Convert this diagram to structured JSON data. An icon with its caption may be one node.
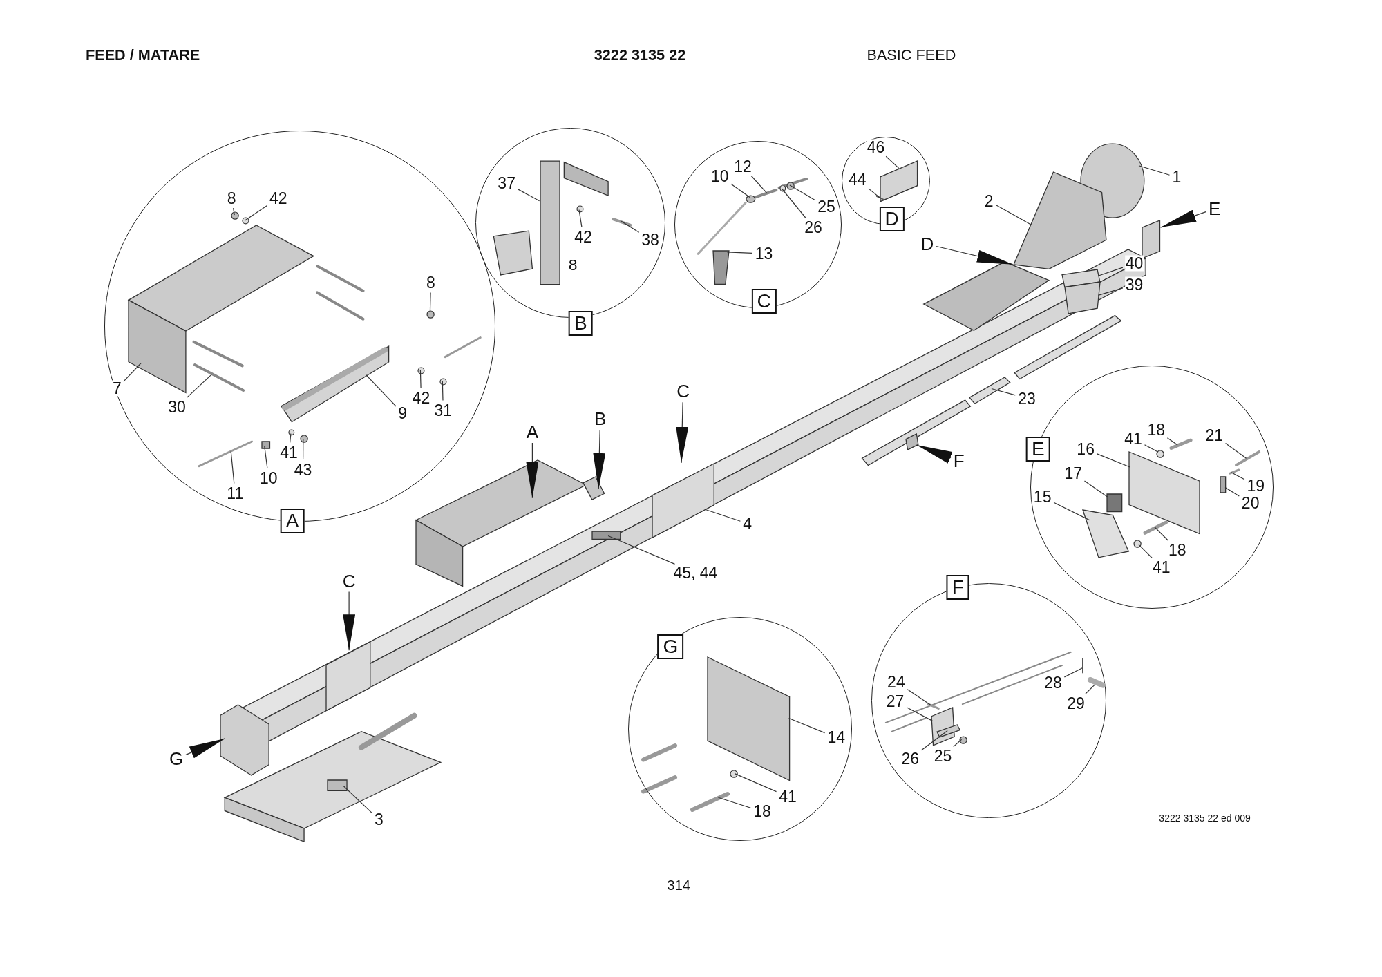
{
  "diagram": {
    "nodes": [
      {
        "text": [
          "A"
        ]
      },
      {
        "text": [
          "8"
        ],
        "in": 0
      },
      {
        "text": [
          "42"
        ],
        "in": 0
      },
      {
        "text": [
          "8"
        ],
        "in": 0
      },
      {
        "text": [
          "7"
        ],
        "in": 0
      },
      {
        "text": [
          "9"
        ],
        "in": 0
      },
      {
        "text": [
          "30"
        ],
        "in": 0
      },
      {
        "text": [
          "42"
        ],
        "in": 0
      },
      {
        "text": [
          "31"
        ],
        "in": 0
      },
      {
        "text": [
          "41"
        ],
        "in": 0
      },
      {
        "text": [
          "43"
        ],
        "in": 0
      },
      {
        "text": [
          "10"
        ],
        "in": 0
      },
      {
        "text": [
          "11"
        ],
        "in": 0
      },
      {
        "text": [
          "B"
        ]
      },
      {
        "text": [
          "37"
        ],
        "in": 13
      },
      {
        "text": [
          "42"
        ],
        "in": 13
      },
      {
        "text": [
          "38"
        ],
        "in": 13
      },
      {
        "text": [
          "C"
        ]
      },
      {
        "text": [
          "12"
        ],
        "in": 17
      },
      {
        "text": [
          "10"
        ],
        "in": 17
      },
      {
        "text": [
          "25"
        ],
        "in": 17
      },
      {
        "text": [
          "26"
        ],
        "in": 17
      },
      {
        "text": [
          "13"
        ],
        "in": 17
      },
      {
        "text": [
          "D"
        ]
      },
      {
        "text": [
          "46"
        ],
        "in": 23
      },
      {
        "text": [
          "44"
        ],
        "in": 23
      },
      {
        "text": [
          "1"
        ]
      },
      {
        "text": [
          "2"
        ]
      },
      {
        "text": [
          "40"
        ]
      },
      {
        "text": [
          "39"
        ]
      },
      {
        "text": [
          "23"
        ]
      },
      {
        "text": [
          "4"
        ]
      },
      {
        "text": [
          "45, 44"
        ]
      },
      {
        "text": [
          "3"
        ]
      },
      {
        "text": [
          "E"
        ]
      },
      {
        "text": [
          "18"
        ],
        "in": 34
      },
      {
        "text": [
          "41"
        ],
        "in": 34
      },
      {
        "text": [
          "21"
        ],
        "in": 34
      },
      {
        "text": [
          "16"
        ],
        "in": 34
      },
      {
        "text": [
          "17"
        ],
        "in": 34
      },
      {
        "text": [
          "19"
        ],
        "in": 34
      },
      {
        "text": [
          "15"
        ],
        "in": 34
      },
      {
        "text": [
          "20"
        ],
        "in": 34
      },
      {
        "text": [
          "18"
        ],
        "in": 34
      },
      {
        "text": [
          "41"
        ],
        "in": 34
      },
      {
        "text": [
          "F"
        ]
      },
      {
        "text": [
          "24"
        ],
        "in": 45
      },
      {
        "text": [
          "27"
        ],
        "in": 45
      },
      {
        "text": [
          "28"
        ],
        "in": 45
      },
      {
        "text": [
          "29"
        ],
        "in": 45
      },
      {
        "text": [
          "26"
        ],
        "in": 45
      },
      {
        "text": [
          "25"
        ],
        "in": 45
      },
      {
        "text": [
          "G"
        ]
      },
      {
        "text": [
          "14"
        ],
        "in": 52
      },
      {
        "text": [
          "41"
        ],
        "in": 52
      },
      {
        "text": [
          "18"
        ],
        "in": 52
      },
      {
        "text": [],
        "shape": "circle",
        "in": 0
      },
      {
        "text": [],
        "shape": "circle",
        "in": 0
      },
      {
        "text": [],
        "shape": "circle",
        "in": 0
      },
      {
        "text": [],
        "shape": "picture",
        "in": 0
      },
      {
        "text": [],
        "shape": "picture",
        "in": 0
      },
      {
        "text": [],
        "shape": "picture",
        "in": 0
      },
      {
        "text": [],
        "shape": "circle",
        "in": 0
      },
      {
        "text": [],
        "shape": "circle",
        "in": 0
      },
      {
        "text": [],
        "shape": "circle",
        "in": 0
      },
      {
        "text": [],
        "shape": "circle",
        "in": 0
      },
      {
        "text": [],
        "shape": "box",
        "in": 0
      },
      {
        "text": [],
        "shape": "picture",
        "in": 0
      },
      {
        "text": [],
        "shape": "box",
        "in": 13
      },
      {
        "text": [],
        "shape": "circle",
        "in": 13
      },
      {
        "text": [],
        "shape": "picture",
        "in": 13
      },
      {
        "text": [],
        "shape": "picture",
        "in": 17
      },
      {
        "text": [],
        "shape": "circle",
        "in": 17
      },
      {
        "text": [],
        "shape": "circle",
        "in": 17
      },
      {
        "text": [],
        "shape": "circle",
        "in": 17
      },
      {
        "text": [],
        "shape": "box",
        "in": 17
      },
      {
        "text": [],
        "shape": "box",
        "in": 23
      },
      {
        "text": [],
        "shape": "picture",
        "in": 23
      },
      {
        "text": [],
        "shape": "circle"
      },
      {
        "text": [],
        "shape": "picture"
      },
      {
        "text": [],
        "shape": "box"
      },
      {
        "text": [],
        "shape": "picture"
      },
      {
        "text": [],
        "shape": "picture"
      },
      {
        "text": [],
        "shape": "box"
      },
      {
        "text": [],
        "shape": "box"
      },
      {
        "text": [],
        "shape": "box"
      },
      {
        "text": [],
        "shape": "picture",
        "in": 34
      },
      {
        "text": [],
        "shape": "circle",
        "in": 34
      },
      {
        "text": [],
        "shape": "picture",
        "in": 34
      },
      {
        "text": [],
        "shape": "picture",
        "in": 34
      },
      {
        "text": [],
        "shape": "box",
        "in": 34
      },
      {
        "text": [],
        "shape": "picture",
        "in": 34
      },
      {
        "text": [],
        "shape": "picture",
        "in": 34
      },
      {
        "text": [],
        "shape": "box",
        "in": 34
      },
      {
        "text": [],
        "shape": "picture",
        "in": 34
      },
      {
        "text": [],
        "shape": "circle",
        "in": 34
      },
      {
        "text": [],
        "shape": "picture",
        "in": 45
      },
      {
        "text": [],
        "shape": "box",
        "in": 45
      },
      {
        "text": [],
        "shape": "picture",
        "in": 45
      },
      {
        "text": [],
        "shape": "picture",
        "in": 45
      },
      {
        "text": [],
        "shape": "picture",
        "in": 45
      },
      {
        "text": [],
        "shape": "circle",
        "in": 45
      },
      {
        "text": [],
        "shape": "picture",
        "in": 52
      },
      {
        "text": [],
        "shape": "circle",
        "in": 52
      },
      {
        "text": [],
        "shape": "picture",
        "in": 52
      },
      {
        "text": [
          "D"
        ]
      },
      {
        "text": [
          "E"
        ]
      },
      {
        "text": [
          "F"
        ]
      },
      {
        "text": [
          "A"
        ]
      },
      {
        "text": [
          "B"
        ]
      },
      {
        "text": [
          "C"
        ]
      },
      {
        "text": [
          "C"
        ]
      },
      {
        "text": [
          "G"
        ]
      },
      {
        "text": [],
        "shape": "picture"
      },
      {
        "text": [],
        "shape": "box"
      },
      {
        "text": [],
        "shape": "box"
      },
      {
        "text": [],
        "shape": "box"
      },
      {
        "text": [],
        "shape": "box"
      },
      {
        "text": [],
        "shape": "box"
      }
    ],
    "edges": [
      {
        "from": 1,
        "to": 56,
        "arrow": "none"
      },
      {
        "from": 2,
        "to": 57,
        "arrow": "none"
      },
      {
        "from": 3,
        "to": 58,
        "arrow": "none"
      },
      {
        "from": 4,
        "to": 59,
        "arrow": "none"
      },
      {
        "from": 5,
        "to": 60,
        "arrow": "none"
      },
      {
        "from": 6,
        "to": 61,
        "arrow": "none"
      },
      {
        "from": 7,
        "to": 62,
        "arrow": "none"
      },
      {
        "from": 8,
        "to": 63,
        "arrow": "none"
      },
      {
        "from": 9,
        "to": 64,
        "arrow": "none"
      },
      {
        "from": 10,
        "to": 65,
        "arrow": "none"
      },
      {
        "from": 11,
        "to": 66,
        "arrow": "none"
      },
      {
        "from": 12,
        "to": 67,
        "arrow": "none"
      },
      {
        "from": 14,
        "to": 68,
        "arrow": "none"
      },
      {
        "from": 15,
        "to": 69,
        "arrow": "none"
      },
      {
        "from": 16,
        "to": 70,
        "arrow": "none"
      },
      {
        "from": 18,
        "to": 71,
        "arrow": "none"
      },
      {
        "from": 19,
        "to": 72,
        "arrow": "none"
      },
      {
        "from": 20,
        "to": 73,
        "arrow": "none"
      },
      {
        "from": 21,
        "to": 74,
        "arrow": "none"
      },
      {
        "from": 22,
        "to": 75,
        "arrow": "none"
      },
      {
        "from": 24,
        "to": 76,
        "arrow": "none"
      },
      {
        "from": 25,
        "to": 77,
        "arrow": "none"
      },
      {
        "from": 26,
        "to": 78,
        "arrow": "none"
      },
      {
        "from": 27,
        "to": 79,
        "arrow": "none"
      },
      {
        "from": 28,
        "to": 80,
        "arrow": "none"
      },
      {
        "from": 29,
        "to": 81,
        "arrow": "none"
      },
      {
        "from": 30,
        "to": 82,
        "arrow": "none"
      },
      {
        "from": 31,
        "to": 83,
        "arrow": "none"
      },
      {
        "from": 32,
        "to": 84,
        "arrow": "none"
      },
      {
        "from": 33,
        "to": 85,
        "arrow": "none"
      },
      {
        "from": 35,
        "to": 86,
        "arrow": "none"
      },
      {
        "from": 36,
        "to": 87,
        "arrow": "none"
      },
      {
        "from": 37,
        "to": 88,
        "arrow": "none"
      },
      {
        "from": 38,
        "to": 89,
        "arrow": "none"
      },
      {
        "from": 39,
        "to": 90,
        "arrow": "none"
      },
      {
        "from": 40,
        "to": 91,
        "arrow": "none"
      },
      {
        "from": 41,
        "to": 92,
        "arrow": "none"
      },
      {
        "from": 42,
        "to": 93,
        "arrow": "none"
      },
      {
        "from": 43,
        "to": 94,
        "arrow": "none"
      },
      {
        "from": 44,
        "to": 95,
        "arrow": "none"
      },
      {
        "from": 46,
        "to": 96,
        "arrow": "none"
      },
      {
        "from": 47,
        "to": 97,
        "arrow": "none"
      },
      {
        "from": 48,
        "to": 98,
        "arrow": "none"
      },
      {
        "from": 49,
        "to": 99,
        "arrow": "none"
      },
      {
        "from": 50,
        "to": 100,
        "arrow": "none"
      },
      {
        "from": 51,
        "to": 101,
        "arrow": "none"
      },
      {
        "from": 53,
        "to": 102,
        "arrow": "none"
      },
      {
        "from": 54,
        "to": 103,
        "arrow": "none"
      },
      {
        "from": 55,
        "to": 104,
        "arrow": "none"
      },
      {
        "from": 105,
        "to": 79,
        "arrow": "to"
      },
      {
        "from": 106,
        "to": 117,
        "arrow": "to"
      },
      {
        "from": 107,
        "to": 118,
        "arrow": "to"
      },
      {
        "from": 108,
        "to": 113,
        "arrow": "to"
      },
      {
        "from": 109,
        "to": 114,
        "arrow": "to"
      },
      {
        "from": 110,
        "to": 83,
        "arrow": "to"
      },
      {
        "from": 111,
        "to": 115,
        "arrow": "to"
      },
      {
        "from": 112,
        "to": 116,
        "arrow": "to"
      }
    ],
    "labels": [
      "FEED / MATARE",
      "3222 3135 22",
      "BASIC FEED",
      "8",
      "3222 3135 22 ed 009",
      "314"
    ]
  }
}
